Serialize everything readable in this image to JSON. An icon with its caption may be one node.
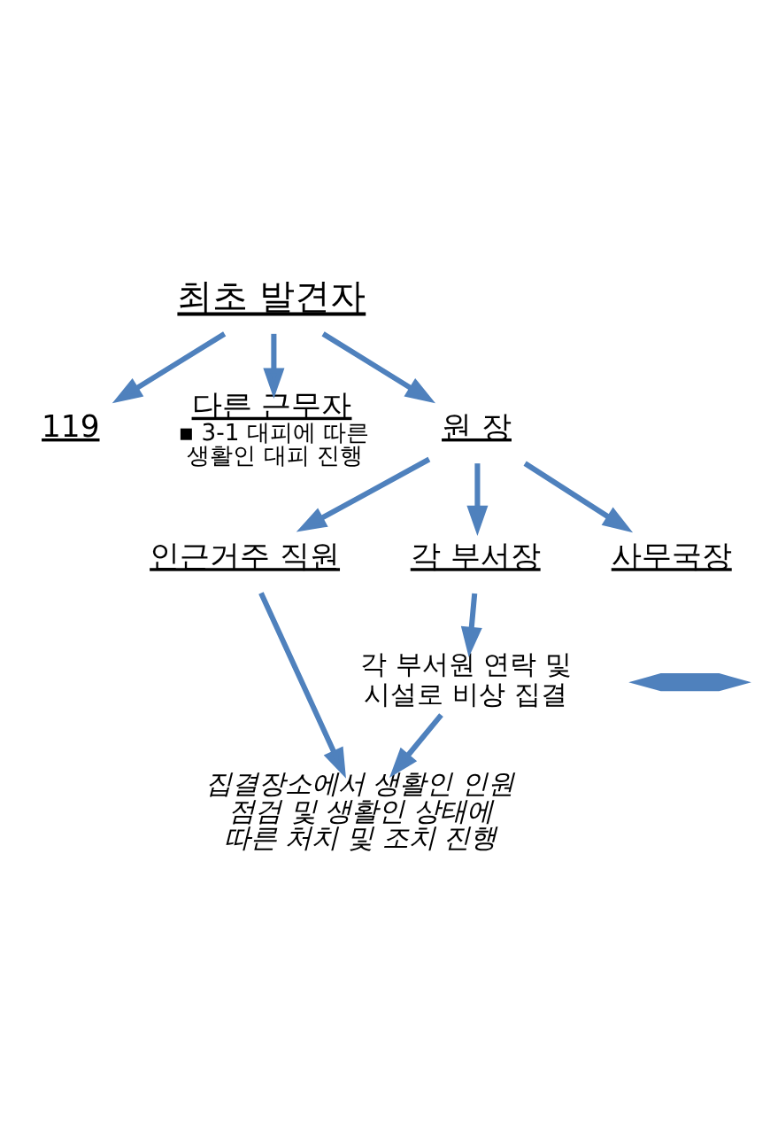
{
  "diagram": {
    "nodes": [
      {
        "text": [
          "최초 발견자"
        ]
      },
      {
        "text": [
          "119"
        ]
      },
      {
        "text": [
          "다른 근무자",
          "▪ 3-1 대피에 따른 생활인 대피 진행"
        ]
      },
      {
        "text": [
          "원 장"
        ]
      },
      {
        "text": [
          "인근거주 직원"
        ]
      },
      {
        "text": [
          "각 부서장"
        ]
      },
      {
        "text": [
          "사무국장"
        ]
      },
      {
        "text": [
          "각 부서원 연락 및 시설로 비상 집결"
        ]
      },
      {
        "text": [
          "집결장소에서 생활인 인원 점검 및 생활인 상태에 따른 처치 및 조치 진행"
        ]
      },
      {
        "text": [],
        "shape": "arrow"
      }
    ],
    "edges": [
      {
        "from": 0,
        "to": 1,
        "arrow": "to"
      },
      {
        "from": 0,
        "to": 2,
        "arrow": "to"
      },
      {
        "from": 0,
        "to": 3,
        "arrow": "to"
      },
      {
        "from": 3,
        "to": 4,
        "arrow": "to"
      },
      {
        "from": 3,
        "to": 5,
        "arrow": "to"
      },
      {
        "from": 3,
        "to": 6,
        "arrow": "to"
      },
      {
        "from": 5,
        "to": 7,
        "arrow": "to"
      },
      {
        "from": 4,
        "to": 8,
        "arrow": "to"
      },
      {
        "from": 7,
        "to": 8,
        "arrow": "to"
      }
    ]
  }
}
